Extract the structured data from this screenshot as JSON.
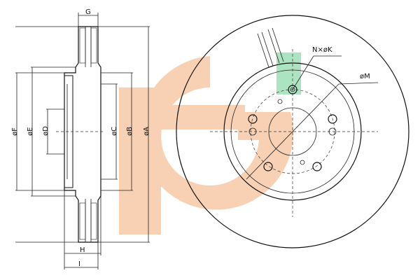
{
  "diagram": {
    "labels": {
      "G": "G",
      "F": "øF",
      "E": "øE",
      "D": "øD",
      "C": "øC",
      "B": "øB",
      "A": "øA",
      "H": "H",
      "I": "I",
      "NK": "N×øK",
      "M": "øM"
    },
    "colors": {
      "watermark_orange": "#f7c9a8",
      "watermark_green": "#9ee0b8",
      "line": "#111111"
    }
  }
}
